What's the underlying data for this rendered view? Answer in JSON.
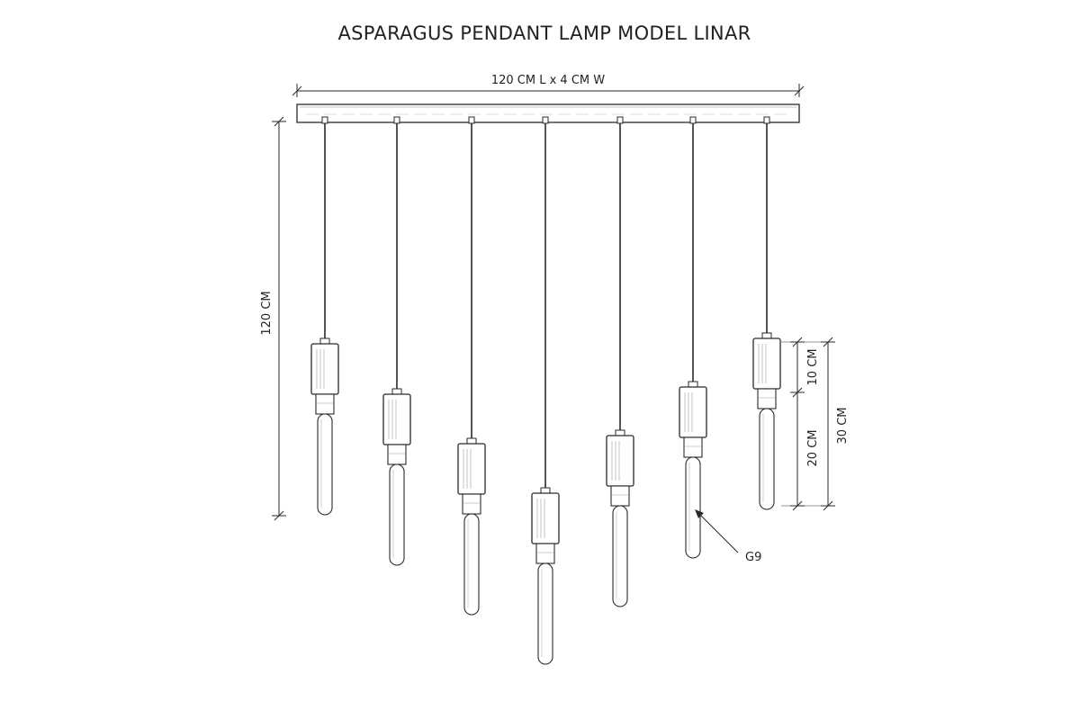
{
  "title": "ASPARAGUS PENDANT LAMP MODEL LINAR",
  "dimensions": {
    "top_width": "120 CM L x 4 CM W",
    "overall_height": "120 CM",
    "shade_height": "10 CM",
    "tube_length": "20 CM",
    "lamp_total": "30 CM"
  },
  "bulb_label": "G9",
  "pendant_count": 7,
  "colors": {
    "ink": "#2a2a2a",
    "background": "#ffffff"
  }
}
